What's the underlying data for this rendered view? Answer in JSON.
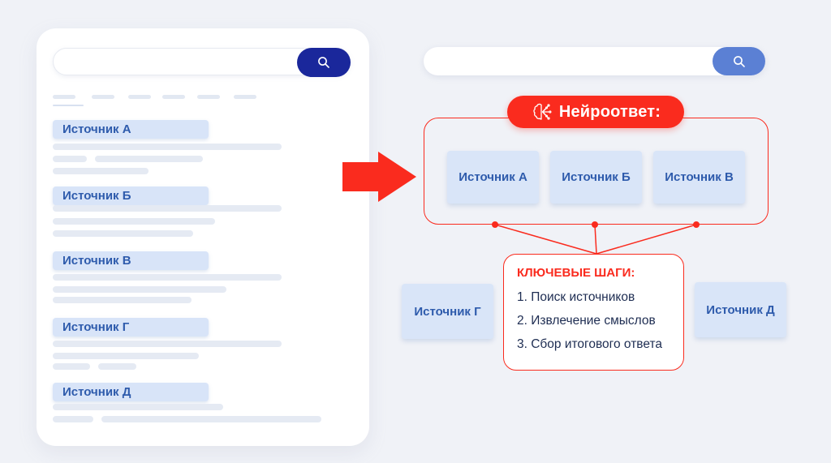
{
  "left_panel": {
    "sources": [
      "Источник А",
      "Источник Б",
      "Источник В",
      "Источник Г",
      "Источник Д"
    ]
  },
  "right_panel": {
    "badge": {
      "label": "Нейроответ:",
      "icon": "neural-brain-icon"
    },
    "answer_sources": [
      "Источник А",
      "Источник Б",
      "Источник В"
    ],
    "side_sources": [
      "Источник Г",
      "Источник Д"
    ],
    "steps": {
      "title": "КЛЮЧЕВЫЕ ШАГИ:",
      "items": [
        "1. Поиск источников",
        "2. Извлечение смыслов",
        "3. Сбор итогового ответа"
      ]
    }
  },
  "colors": {
    "background": "#f0f2f7",
    "card": "#ffffff",
    "navy_button": "#1a279b",
    "blue_button": "#5b80d4",
    "chip_bg": "#d9e5f8",
    "chip_text": "#2e5bac",
    "accent_red": "#fa2b1e",
    "steps_text": "#1e2d52",
    "skeleton": "#e5eaf3"
  }
}
